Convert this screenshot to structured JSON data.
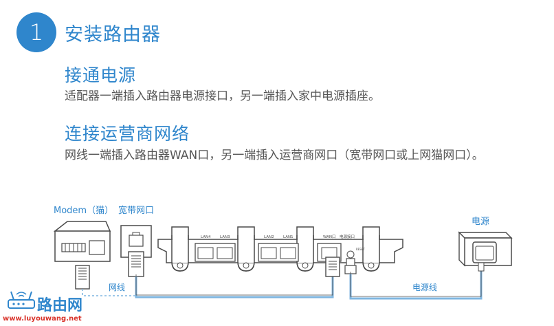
{
  "step": {
    "number": "1",
    "title": "安装路由器"
  },
  "section1": {
    "title": "接通电源",
    "text": "适配器一端插入路由器电源接口，另一端插入家中电源插座。"
  },
  "section2": {
    "title": "连接运营商网络",
    "text": "网线一端插入路由器WAN口，另一端插入运营商网口（宽带网口或上网猫网口）。"
  },
  "diagram": {
    "modem_label": "Modem（猫）",
    "wall_port_label": "宽带网口",
    "power_label": "电源",
    "cable_label": "网线",
    "power_cable_label": "电源线",
    "port_labels": [
      "LAN4",
      "LAN3",
      "LAN2",
      "LAN1",
      "WAN口",
      "电源接口"
    ],
    "reset_label": "RESET"
  },
  "watermark": {
    "name": "路由网",
    "url": "www.luyouwang.net"
  },
  "colors": {
    "accent": "#2f86cc",
    "line": "#4a4a4a",
    "cable": "#7fb6e0"
  }
}
